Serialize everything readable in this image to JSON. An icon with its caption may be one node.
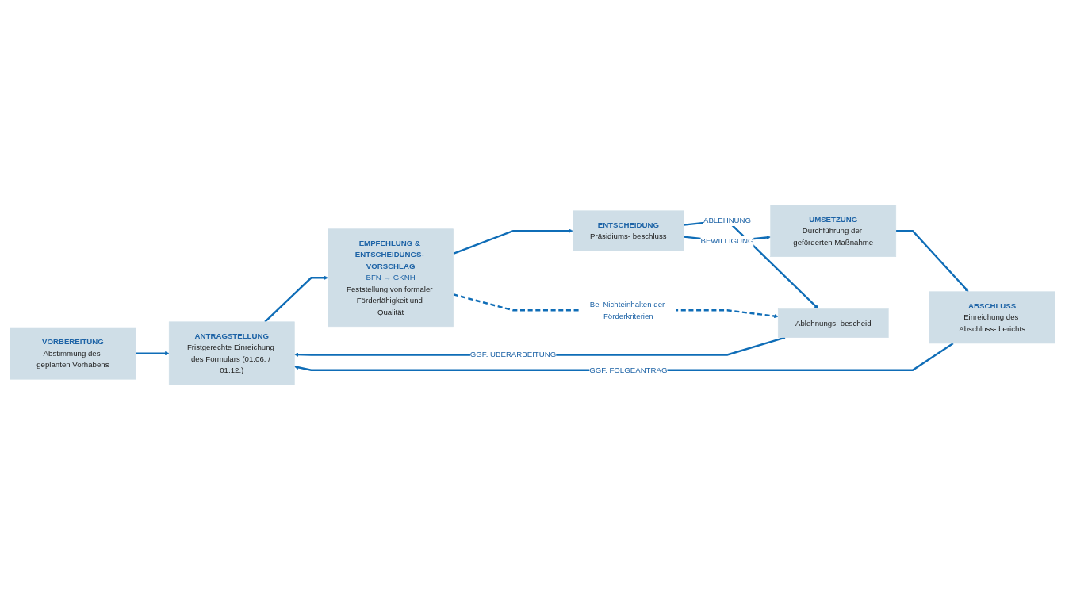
{
  "diagram": {
    "nodes": [
      {
        "text": [
          "VORBEREITUNG",
          "Abstimmung des geplanten Vorhabens"
        ]
      },
      {
        "text": [
          "ANTRAGSTELLUNG",
          "Fristgerechte Einreichung des Formulars (01.06. / 01.12.)"
        ]
      },
      {
        "text": [
          "EMPFEHLUNG & ENTSCHEIDUNGS- VORSCHLAG",
          "BFN → GKNH",
          "Feststellung von formaler Förderfähigkeit und Qualität"
        ]
      },
      {
        "text": [
          "ENTSCHEIDUNG",
          "Präsidiums- beschluss"
        ]
      },
      {
        "text": [
          "Ablehnungs- bescheid"
        ]
      },
      {
        "text": [
          "UMSETZUNG",
          "Durchführung der geförderten Maßnahme"
        ]
      },
      {
        "text": [
          "ABSCHLUSS",
          "Einreichung des Abschluss- berichts"
        ]
      }
    ],
    "edges": [
      {
        "from": 0,
        "to": 1,
        "arrow": "to"
      },
      {
        "from": 1,
        "to": 2,
        "arrow": "to"
      },
      {
        "from": 2,
        "to": 3,
        "arrow": "to"
      },
      {
        "from": 3,
        "to": 4,
        "label": "ABLEHNUNG",
        "arrow": "to"
      },
      {
        "from": 3,
        "to": 5,
        "label": "BEWILLIGUNG",
        "arrow": "to"
      },
      {
        "from": 4,
        "to": 1,
        "label": "GGF. ÜBERARBEITUNG",
        "arrow": "to"
      },
      {
        "from": 2,
        "to": 4,
        "label": "Bei Nichteinhalten der Förderkriterien",
        "arrow": "to",
        "style": "dashed"
      },
      {
        "from": 5,
        "to": 6,
        "arrow": "to"
      },
      {
        "from": 6,
        "to": 1,
        "label": "GGF. FOLGEANTRAG",
        "arrow": "to"
      }
    ]
  }
}
